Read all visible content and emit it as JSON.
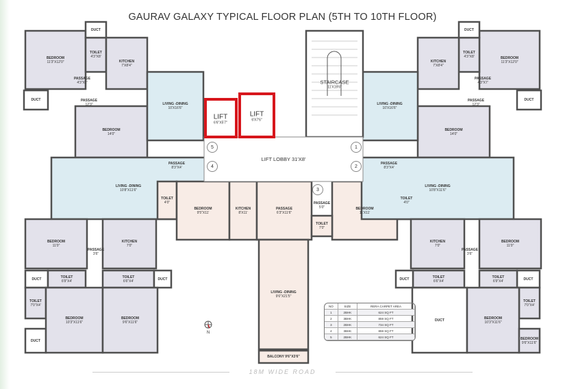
{
  "title": "GAURAV GALAXY TYPICAL FLOOR PLAN (5TH TO 10TH FLOOR)",
  "colors": {
    "wall": "#505050",
    "lift": "#d7161c",
    "bedroom": "#e3e2eb",
    "living": "#dcecf2",
    "middle": "#f8ece6",
    "white": "#ffffff"
  },
  "rooms": [
    {
      "name": "BEDROOM",
      "dim": "11'3\"X12'0\"",
      "fill": "bedroom"
    },
    {
      "name": "TOILET",
      "dim": "4'3\"X8'",
      "fill": "bedroom"
    },
    {
      "name": "DUCT",
      "dim": "",
      "fill": "white"
    },
    {
      "name": "KITCHEN",
      "dim": "7'X8'4\"",
      "fill": "bedroom"
    },
    {
      "name": "DUCT",
      "dim": "",
      "fill": "white"
    },
    {
      "name": "BEDROOM",
      "dim": "14'0\"",
      "fill": "bedroom"
    },
    {
      "name": "LIVING -DINING",
      "dim": "10'X16'6\"",
      "fill": "living"
    },
    {
      "name": "BEDROOM",
      "dim": "11'3\"X12'0\"",
      "fill": "bedroom"
    },
    {
      "name": "TOILET",
      "dim": "4'3\"X8'",
      "fill": "bedroom"
    },
    {
      "name": "DUCT",
      "dim": "",
      "fill": "white"
    },
    {
      "name": "KITCHEN",
      "dim": "7'X8'4\"",
      "fill": "bedroom"
    },
    {
      "name": "DUCT",
      "dim": "",
      "fill": "white"
    },
    {
      "name": "BEDROOM",
      "dim": "14'0\"",
      "fill": "bedroom"
    },
    {
      "name": "LIVING -DINING",
      "dim": "10'X16'6\"",
      "fill": "living"
    },
    {
      "name": "STAIRCASE",
      "dim": "11'X19'6\"",
      "fill": "white"
    },
    {
      "name": "LIVING -DINING",
      "dim": "10'8\"X11'6\"",
      "fill": "living"
    },
    {
      "name": "BEDROOM",
      "dim": "11'0\"",
      "fill": "bedroom"
    },
    {
      "name": "KITCHEN",
      "dim": "7'0\"",
      "fill": "bedroom"
    },
    {
      "name": "DUCT",
      "dim": "",
      "fill": "white"
    },
    {
      "name": "TOILET",
      "dim": "6'9\"X4'",
      "fill": "bedroom"
    },
    {
      "name": "TOILET",
      "dim": "6'6\"X4'",
      "fill": "bedroom"
    },
    {
      "name": "DUCT",
      "dim": "",
      "fill": "white"
    },
    {
      "name": "TOILET",
      "dim": "7'0\"X4'",
      "fill": "bedroom"
    },
    {
      "name": "DUCT",
      "dim": "",
      "fill": "white"
    },
    {
      "name": "BEDROOM",
      "dim": "10'3\"X11'6\"",
      "fill": "bedroom"
    },
    {
      "name": "BEDROOM",
      "dim": "9'6\"X11'6\"",
      "fill": "bedroom"
    },
    {
      "name": "TOILET",
      "dim": "4'0\"",
      "fill": "middle"
    },
    {
      "name": "BEDROOM",
      "dim": "9'5\"X11'",
      "fill": "middle"
    },
    {
      "name": "KITCHEN",
      "dim": "8'X11'",
      "fill": "middle"
    },
    {
      "name": "PASSAGE",
      "dim": "6'3\"X11'6\"",
      "fill": "middle"
    },
    {
      "name": "LIVING -DINING",
      "dim": "9'6\"X21'5\"",
      "fill": "middle"
    },
    {
      "name": "BALCONY 9'6\"X3'6\"",
      "dim": "",
      "fill": "middle"
    },
    {
      "name": "BEDROOM",
      "dim": "11'X11'",
      "fill": "middle"
    },
    {
      "name": "TOILET",
      "dim": "7'0\"",
      "fill": "middle"
    },
    {
      "name": "TOILET",
      "dim": "4'0\"",
      "fill": "middle"
    },
    {
      "name": "LIVING -DINING",
      "dim": "10'8\"X11'6\"",
      "fill": "living"
    },
    {
      "name": "BEDROOM",
      "dim": "11'0\"",
      "fill": "bedroom"
    },
    {
      "name": "KITCHEN",
      "dim": "7'0\"",
      "fill": "bedroom"
    },
    {
      "name": "DUCT",
      "dim": "",
      "fill": "white"
    },
    {
      "name": "TOILET",
      "dim": "6'9\"X4'",
      "fill": "bedroom"
    },
    {
      "name": "TOILET",
      "dim": "6'6\"X4'",
      "fill": "bedroom"
    },
    {
      "name": "DUCT",
      "dim": "",
      "fill": "white"
    },
    {
      "name": "TOILET",
      "dim": "7'0\"X4'",
      "fill": "bedroom"
    },
    {
      "name": "DUCT",
      "dim": "",
      "fill": "white"
    },
    {
      "name": "BEDROOM",
      "dim": "10'3\"X11'6\"",
      "fill": "bedroom"
    },
    {
      "name": "BEDROOM",
      "dim": "9'6\"X11'6\"",
      "fill": "bedroom"
    },
    {
      "name": "DUCT",
      "dim": "",
      "fill": "white"
    }
  ],
  "passages": [
    {
      "name": "PASSAGE",
      "dim": "4'3\"X7'"
    },
    {
      "name": "PASSAGE",
      "dim": "12'3\""
    },
    {
      "name": "PASSAGE",
      "dim": "4'3\"X7'"
    },
    {
      "name": "PASSAGE",
      "dim": "12'3\""
    },
    {
      "name": "PASSAGE",
      "dim": "8'3\"X4'"
    },
    {
      "name": "PASSAGE",
      "dim": "8'3\"X4'"
    },
    {
      "name": "PASSAGE",
      "dim": "3'6\""
    },
    {
      "name": "PASSAGE",
      "dim": "3'6\""
    },
    {
      "name": "PASSAGE",
      "dim": "5'0\""
    }
  ],
  "lifts": [
    {
      "name": "LIFT",
      "dim": "6'6\"X5'7\""
    },
    {
      "name": "LIFT",
      "dim": "6'X7'6\""
    }
  ],
  "lobby": {
    "name": "LIFT LOBBY 31'X8'"
  },
  "flat_markers": [
    "1",
    "2",
    "3",
    "4",
    "5"
  ],
  "area_table": {
    "headers": [
      "NO",
      "SIZE",
      "RERA CARPET AREA"
    ],
    "rows": [
      [
        "1",
        "2BHK",
        "624 SQ FT"
      ],
      [
        "2",
        "3BHK",
        "859 SQ FT"
      ],
      [
        "3",
        "2BHK",
        "734 SQ FT"
      ],
      [
        "4",
        "3BHK",
        "859 SQ FT"
      ],
      [
        "5",
        "2BHK",
        "624 SQ FT"
      ]
    ]
  },
  "road": "18M WIDE ROAD",
  "north": "N"
}
